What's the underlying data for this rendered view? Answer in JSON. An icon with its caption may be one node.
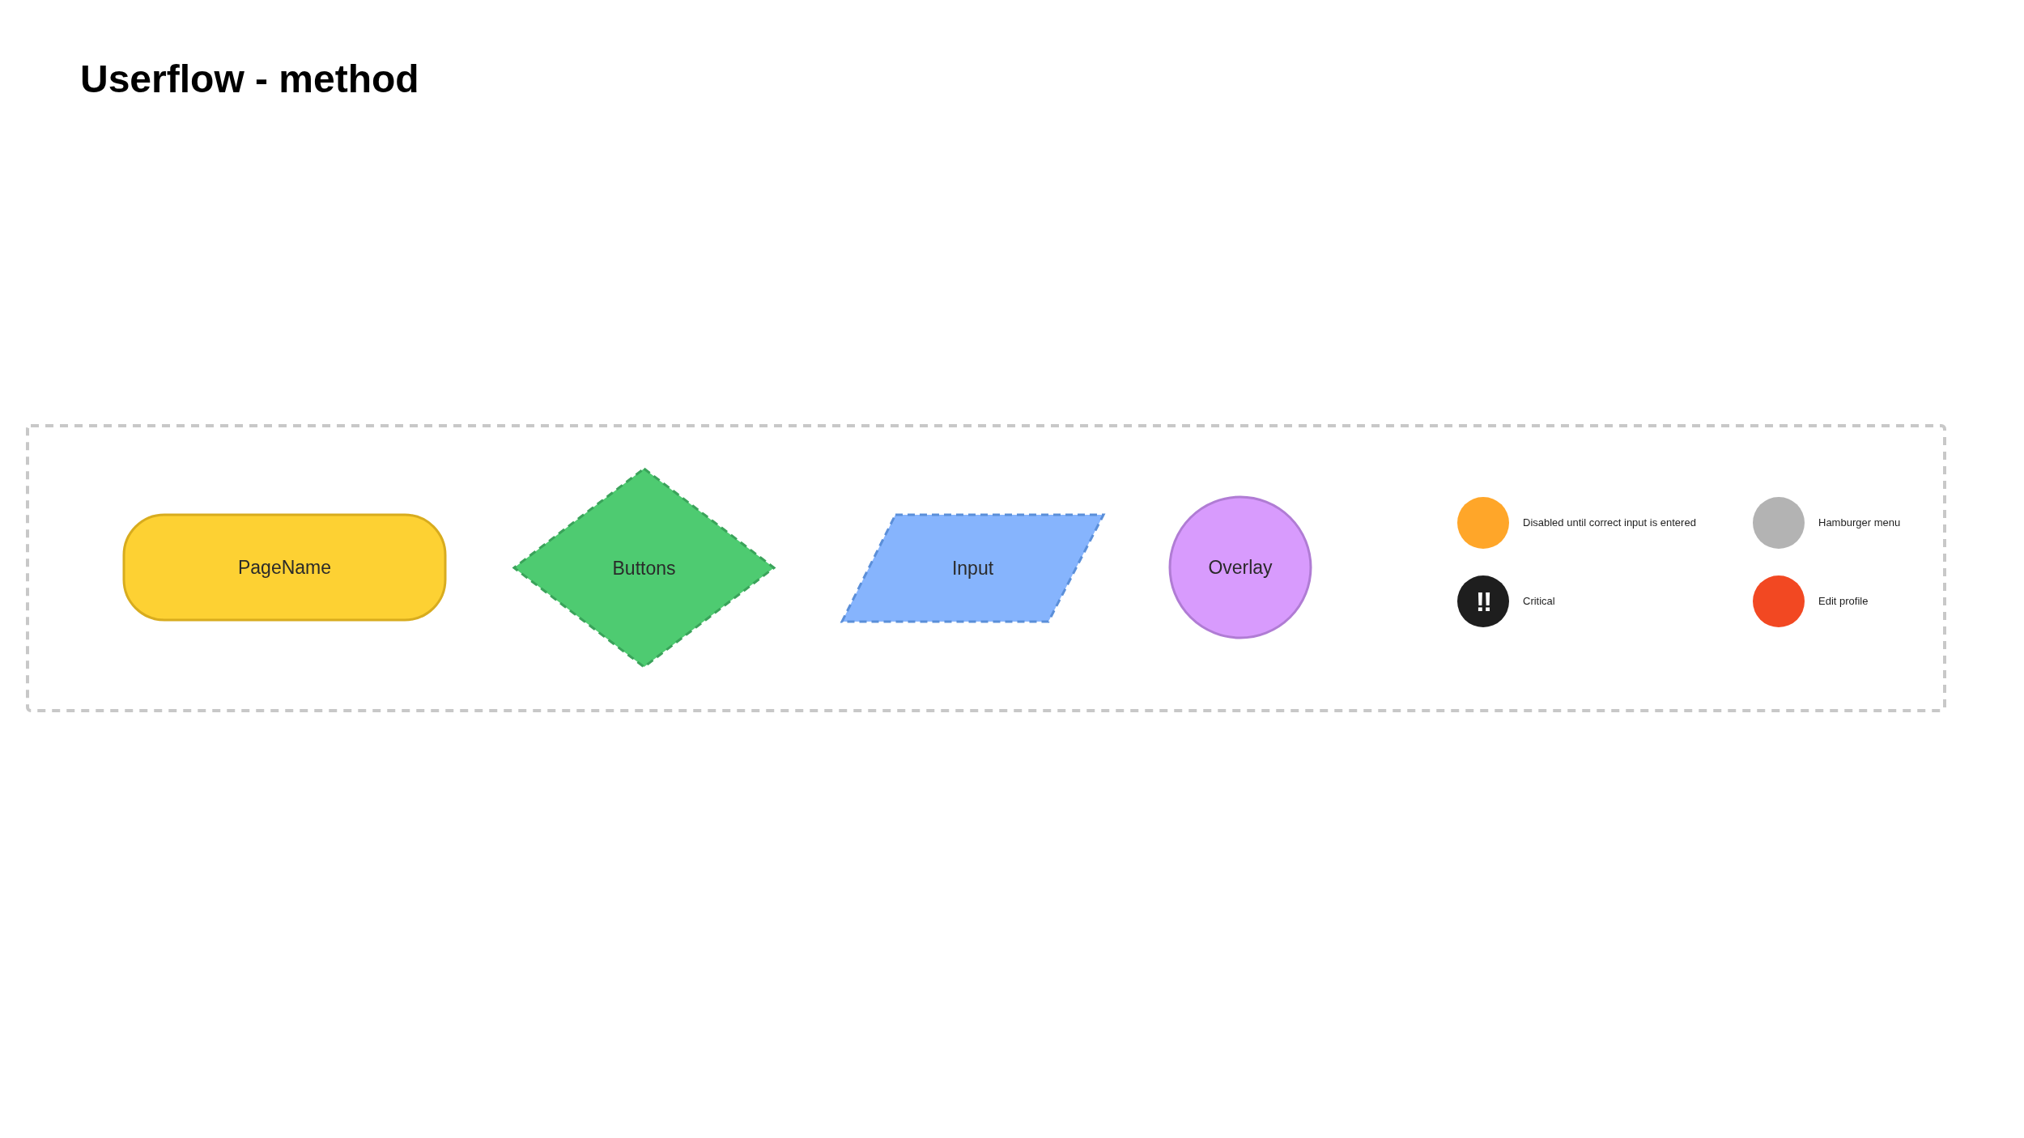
{
  "diagram": {
    "title": "Userflow - method",
    "nodes": [
      {
        "text": [],
        "shape": "box"
      },
      {
        "text": [
          "PageName"
        ],
        "in": 0
      },
      {
        "text": [
          "Buttons"
        ],
        "in": 0
      },
      {
        "text": [
          "Input"
        ],
        "in": 0
      },
      {
        "text": [
          "Overlay"
        ],
        "in": 0
      }
    ],
    "edges": [],
    "labels": [
      "!!"
    ],
    "legend": [
      {
        "text": "Disabled until correct input is entered",
        "color": "#ffa629"
      },
      {
        "text": "Hamburger menu",
        "color": "#b3b3b3"
      },
      {
        "text": "Critical",
        "color": "#1e1e1e"
      },
      {
        "text": "Edit profile",
        "color": "#f24822"
      }
    ]
  }
}
